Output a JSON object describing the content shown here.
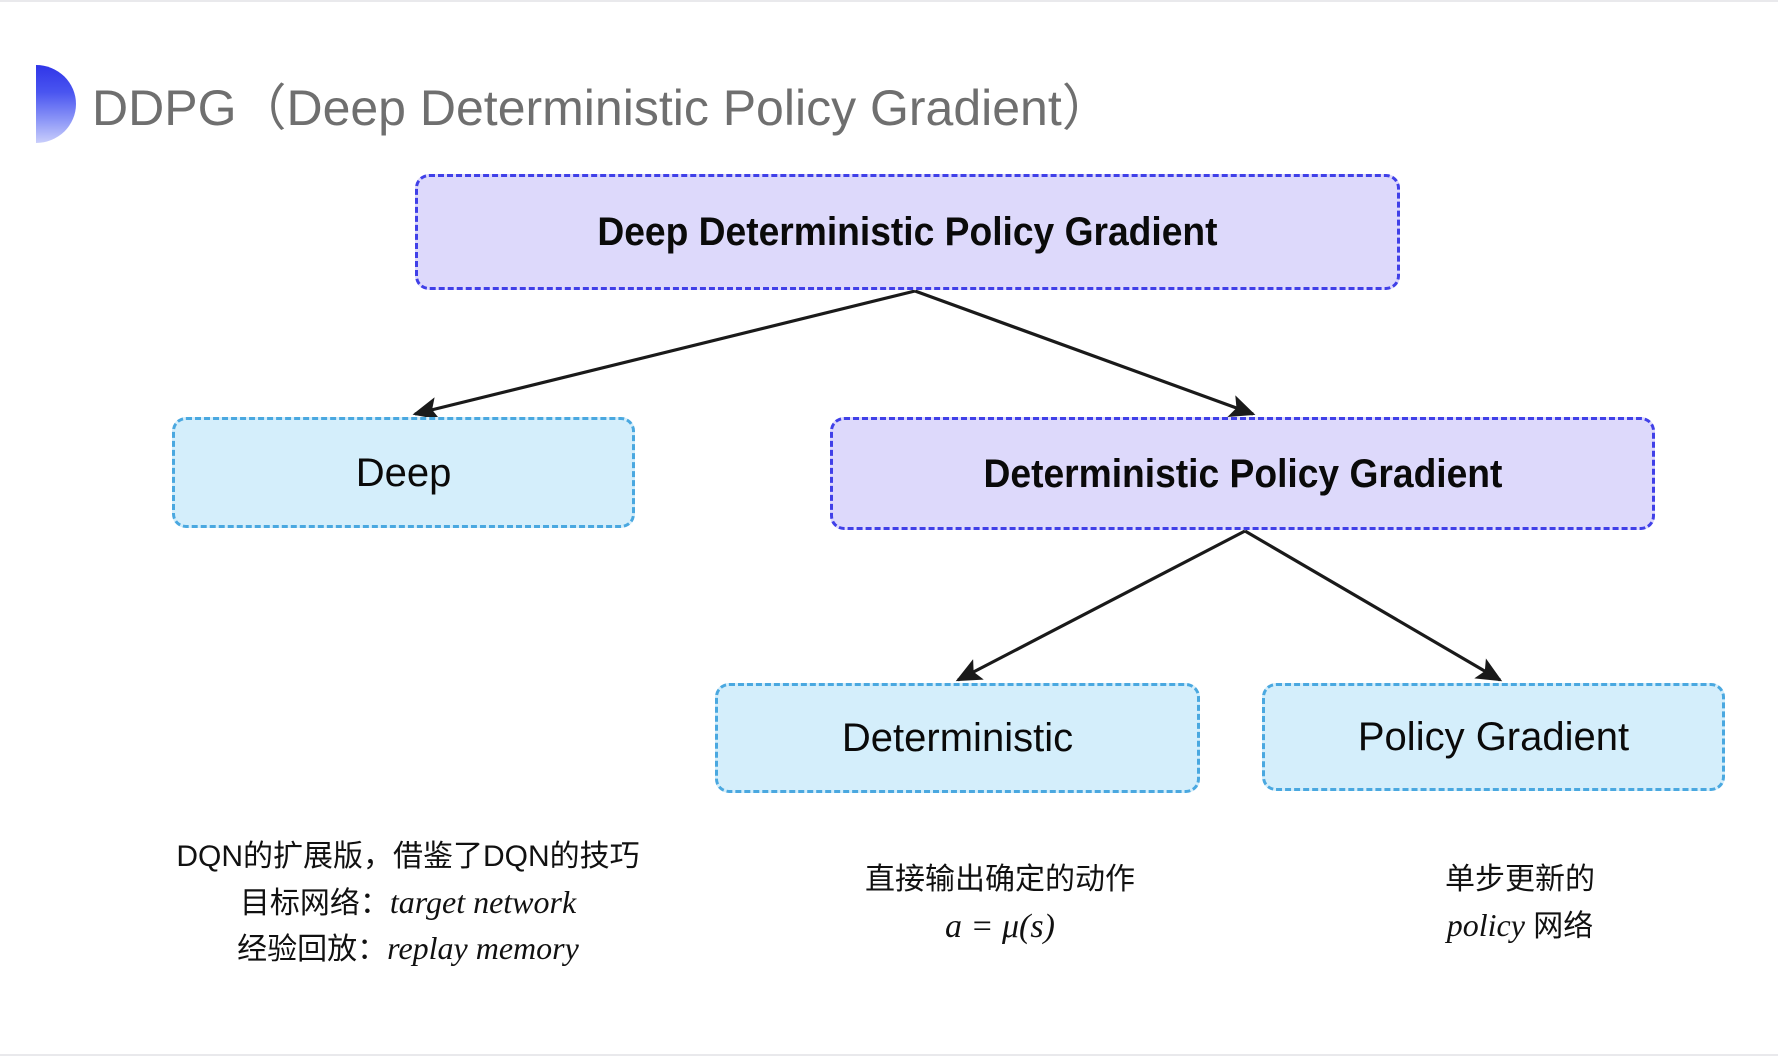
{
  "slide": {
    "title": "DDPG（Deep Deterministic Policy Gradient）",
    "background_color": "#ffffff"
  },
  "colors": {
    "purple_fill": "#ddd9fb",
    "purple_border": "#4040e8",
    "cyan_fill": "#d4eefb",
    "cyan_border": "#4aa8e0",
    "arrow": "#1a1a1a",
    "title_text": "#6f6f6f",
    "bullet_gradient_from": "#2f35e8",
    "bullet_gradient_to": "#c9cefb"
  },
  "diagram": {
    "nodes": {
      "root": "Deep Deterministic Policy Gradient",
      "deep": "Deep",
      "dpg": "Deterministic Policy Gradient",
      "deterministic": "Deterministic",
      "policy_gradient": "Policy Gradient"
    }
  },
  "annotations": {
    "deep": {
      "line1": "DQN的扩展版，借鉴了DQN的技巧",
      "line2_label": "目标网络：",
      "line2_value": "target network",
      "line3_label": "经验回放：",
      "line3_value": "replay memory"
    },
    "deterministic": {
      "line1": "直接输出确定的动作",
      "formula": "a = μ(s)"
    },
    "policy_gradient": {
      "line1": "单步更新的",
      "line2_value": "policy",
      "line2_suffix": " 网络"
    }
  }
}
